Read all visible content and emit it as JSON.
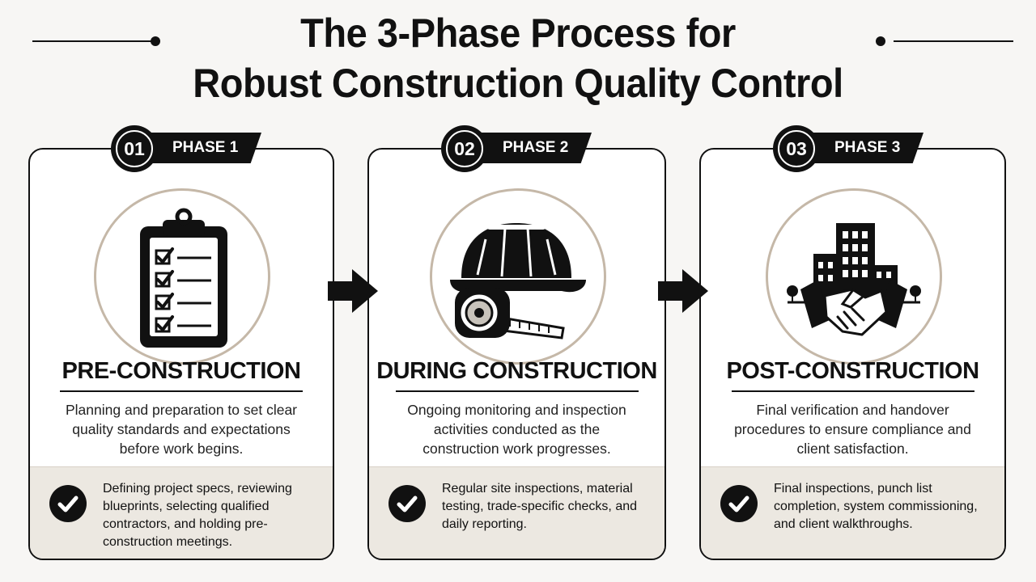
{
  "header": {
    "title_line1": "The 3-Phase Process for",
    "title_line2": "Robust Construction Quality Control"
  },
  "phases": [
    {
      "number": "01",
      "label": "PHASE 1",
      "title": "PRE-CONSTRUCTION",
      "description": "Planning and preparation to set clear quality standards and expectations before work begins.",
      "details": "Defining project specs, reviewing blueprints, selecting qualified contractors, and holding pre-construction meetings.",
      "icon": "clipboard-checklist-icon"
    },
    {
      "number": "02",
      "label": "PHASE 2",
      "title": "DURING CONSTRUCTION",
      "description": "Ongoing monitoring and inspection activities conducted as the construction work progresses.",
      "details": "Regular site inspections, material testing, trade-specific checks, and daily reporting.",
      "icon": "hard-hat-tape-measure-icon"
    },
    {
      "number": "03",
      "label": "PHASE 3",
      "title": "POST-CONSTRUCTION",
      "description": "Final verification and handover procedures to ensure compliance and client satisfaction.",
      "details": "Final inspections, punch list completion, system commissioning, and client walkthroughs.",
      "icon": "building-handshake-icon"
    }
  ],
  "colors": {
    "ink": "#111111",
    "circle_ring": "#c5b8a8",
    "footer_bg": "#ece8e1",
    "page_bg": "#f7f6f4"
  }
}
